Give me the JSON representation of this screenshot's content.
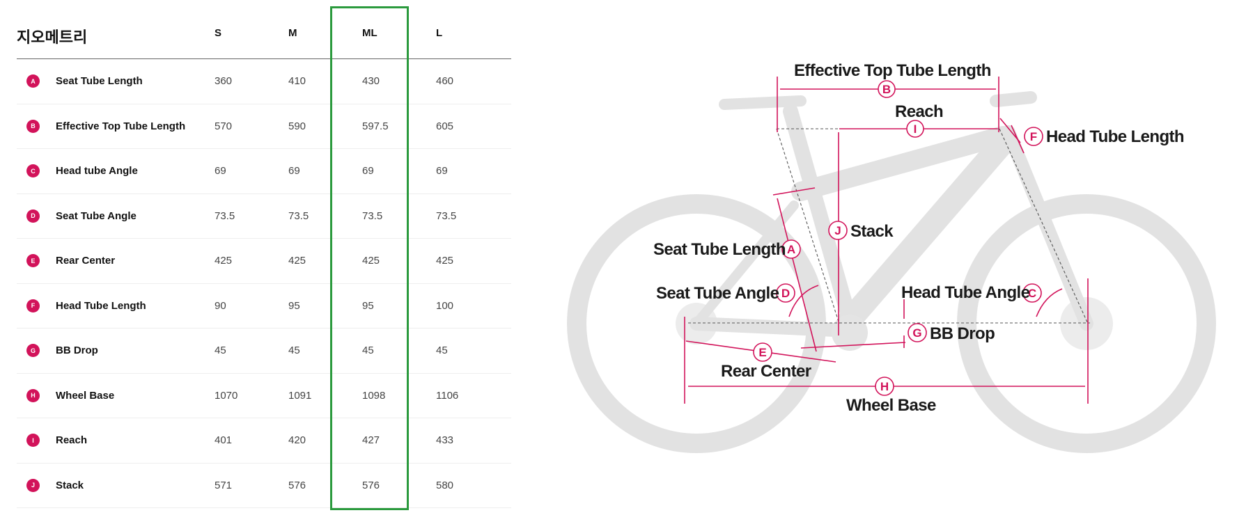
{
  "table": {
    "title": "지오메트리",
    "columns": [
      "S",
      "M",
      "ML",
      "L"
    ],
    "rows": [
      {
        "badge": "A",
        "name": "Seat Tube Length",
        "values": [
          "360",
          "410",
          "430",
          "460"
        ]
      },
      {
        "badge": "B",
        "name": "Effective Top Tube Length",
        "values": [
          "570",
          "590",
          "597.5",
          "605"
        ]
      },
      {
        "badge": "C",
        "name": "Head tube Angle",
        "values": [
          "69",
          "69",
          "69",
          "69"
        ]
      },
      {
        "badge": "D",
        "name": "Seat Tube Angle",
        "values": [
          "73.5",
          "73.5",
          "73.5",
          "73.5"
        ]
      },
      {
        "badge": "E",
        "name": "Rear Center",
        "values": [
          "425",
          "425",
          "425",
          "425"
        ]
      },
      {
        "badge": "F",
        "name": "Head Tube Length",
        "values": [
          "90",
          "95",
          "95",
          "100"
        ]
      },
      {
        "badge": "G",
        "name": "BB Drop",
        "values": [
          "45",
          "45",
          "45",
          "45"
        ]
      },
      {
        "badge": "H",
        "name": "Wheel Base",
        "values": [
          "1070",
          "1091",
          "1098",
          "1106"
        ]
      },
      {
        "badge": "I",
        "name": "Reach",
        "values": [
          "401",
          "420",
          "427",
          "433"
        ]
      },
      {
        "badge": "J",
        "name": "Stack",
        "values": [
          "571",
          "576",
          "576",
          "580"
        ]
      }
    ],
    "highlight_color": "#2b9a3d",
    "badge_color": "#d2135a"
  },
  "diagram": {
    "labels": {
      "effective_top_tube": "Effective Top Tube Length",
      "reach": "Reach",
      "head_tube_length": "Head Tube Length",
      "stack": "Stack",
      "seat_tube_length": "Seat Tube Length",
      "seat_tube_angle": "Seat Tube Angle",
      "head_tube_angle": "Head Tube Angle",
      "bb_drop": "BB Drop",
      "rear_center": "Rear Center",
      "wheel_base": "Wheel Base"
    },
    "letters": {
      "A": "A",
      "B": "B",
      "C": "C",
      "D": "D",
      "E": "E",
      "F": "F",
      "G": "G",
      "H": "H",
      "I": "I",
      "J": "J"
    },
    "accent_color": "#d2135a"
  }
}
